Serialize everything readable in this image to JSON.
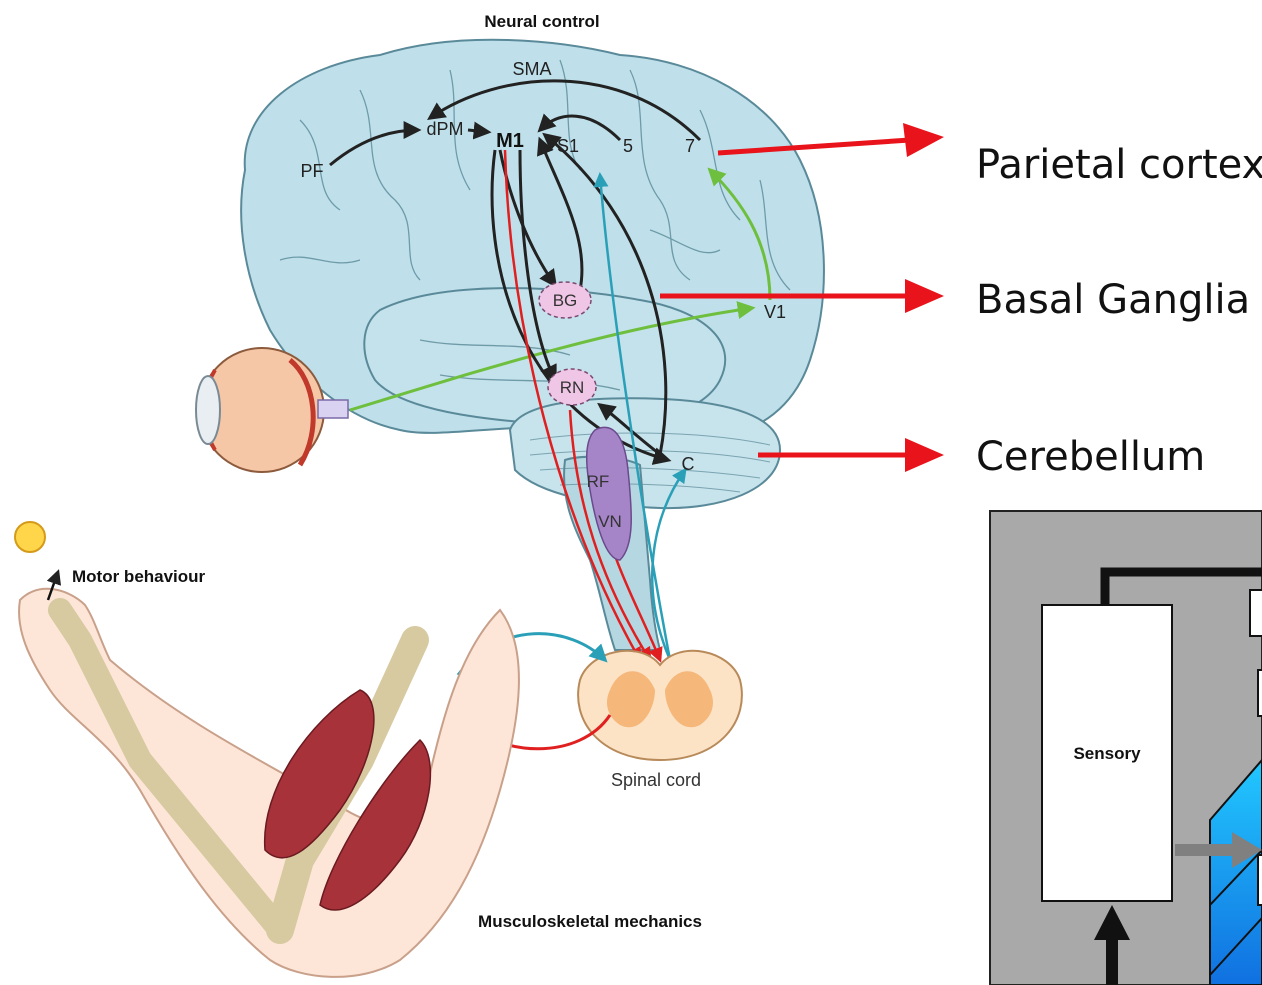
{
  "figure": {
    "title": "Neural control",
    "regions": {
      "sma": "SMA",
      "dpm": "dPM",
      "m1": "M1",
      "s1": "S1",
      "area5": "5",
      "area7": "7",
      "pf": "PF",
      "bg": "BG",
      "v1": "V1",
      "rn": "RN",
      "rf": "RF",
      "vn": "VN",
      "c": "C"
    },
    "motor_behaviour": "Motor behaviour",
    "spinal_cord": "Spinal cord",
    "musculoskeletal": "Musculoskeletal mechanics"
  },
  "callouts": {
    "parietal": "Parietal cortex",
    "basal": "Basal Ganglia",
    "cerebellum": "Cerebellum"
  },
  "inset": {
    "sensory": "Sensory"
  },
  "colors": {
    "brain": "#bfe0ea",
    "arrow_red": "#e8131b",
    "inset_gray": "#a9a9a9",
    "inset_blue": "#1fa3f0"
  }
}
